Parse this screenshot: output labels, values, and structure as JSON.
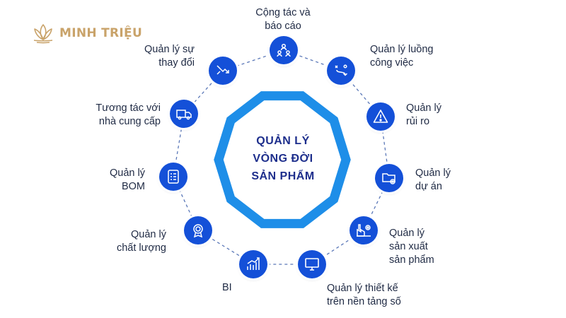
{
  "brand": {
    "name": "MINH TRIỆU",
    "logo_icon": "lotus-logo-icon"
  },
  "center": {
    "line1": "QUẢN LÝ",
    "line2": "VÒNG ĐỜI",
    "line3": "SẢN PHẨM"
  },
  "colors": {
    "node": "#1450d8",
    "decagon": "#1e8ee8",
    "dashed_ring": "#5b78b8",
    "center_text": "#1d2e8c",
    "brand": "#c9a36a"
  },
  "nodes": [
    {
      "label": "Cộng tác và\nbáo cáo",
      "icon": "team-collaboration-icon"
    },
    {
      "label": "Quản lý luồng\ncông việc",
      "icon": "workflow-path-icon"
    },
    {
      "label": "Quản lý\nrủi ro",
      "icon": "warning-triangle-icon"
    },
    {
      "label": "Quản lý\ndự án",
      "icon": "folder-gear-icon"
    },
    {
      "label": "Quản lý\nsản xuất\nsản phẩm",
      "icon": "factory-gear-icon"
    },
    {
      "label": "Quản lý thiết kế\ntrên nền tảng số",
      "icon": "monitor-icon"
    },
    {
      "label": "BI",
      "icon": "bar-chart-growth-icon"
    },
    {
      "label": "Quản lý\nchất lượng",
      "icon": "quality-badge-icon"
    },
    {
      "label": "Quản lý\nBOM",
      "icon": "list-document-icon"
    },
    {
      "label": "Tương tác với\nnhà cung cấp",
      "icon": "delivery-truck-icon"
    },
    {
      "label": "Quản lý sự\nthay đổi",
      "icon": "change-arrows-icon"
    }
  ]
}
